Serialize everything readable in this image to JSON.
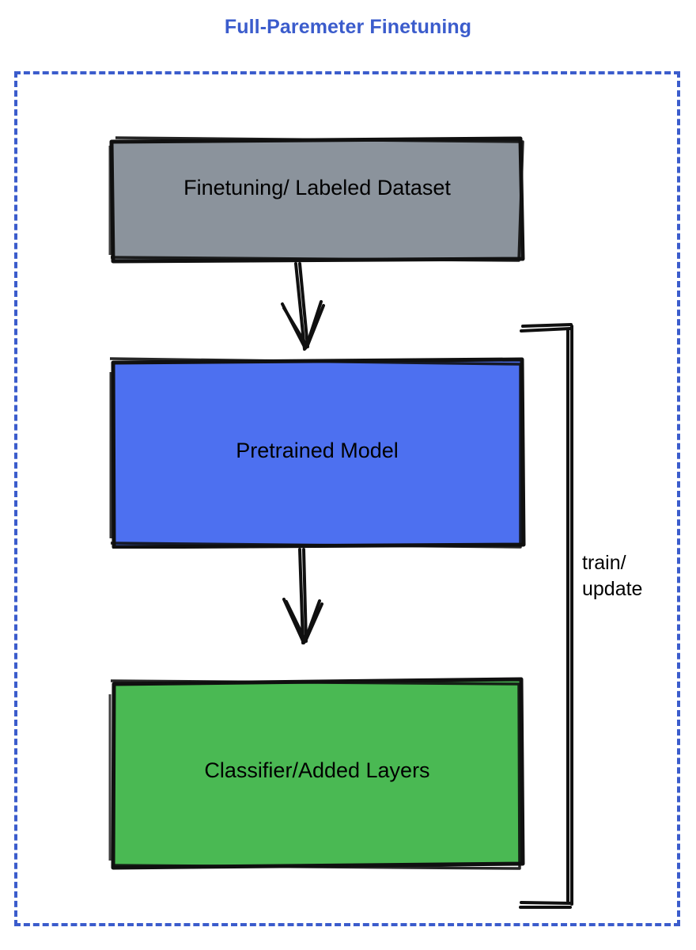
{
  "title": "Full-Paremeter Finetuning",
  "theme": {
    "title_color": "#3b5ccc",
    "container_border_color": "#3b5ccc",
    "dataset_fill": "#8b939c",
    "pretrained_fill": "#4d70f0",
    "classifier_fill": "#4ab953",
    "stroke_color": "#101010",
    "text_color": "#000000",
    "background": "#ffffff"
  },
  "container": {
    "name": "full-parameter-finetuning-boundary",
    "border_style": "dashed"
  },
  "nodes": [
    {
      "id": "dataset",
      "label": "Finetuning/ Labeled Dataset",
      "fill": "#8b939c"
    },
    {
      "id": "pretrained",
      "label": "Pretrained Model",
      "fill": "#4d70f0"
    },
    {
      "id": "classifier",
      "label": "Classifier/Added Layers",
      "fill": "#4ab953"
    }
  ],
  "edges": [
    {
      "id": "dataset-to-pretrained",
      "from": "dataset",
      "to": "pretrained",
      "label": "",
      "style": "hand-drawn-arrow-down"
    },
    {
      "id": "pretrained-to-classifier",
      "from": "pretrained",
      "to": "classifier",
      "label": "",
      "style": "hand-drawn-arrow-down"
    },
    {
      "id": "feedback-loop",
      "from": "classifier",
      "to": "pretrained",
      "label_line1": "train/",
      "label_line2": "update",
      "style": "hand-drawn-bracket-right"
    }
  ],
  "loop_label": {
    "line1": "train/",
    "line2": "update"
  }
}
